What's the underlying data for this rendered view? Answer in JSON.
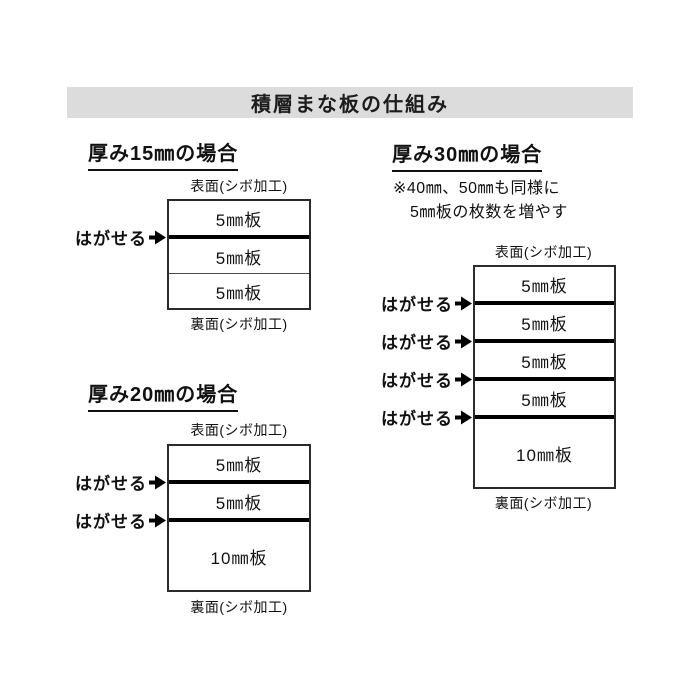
{
  "page_title": "積層まな板の仕組み",
  "colors": {
    "title_bar_bg": "#dcdcdc",
    "peel_line": "#000000",
    "box_border": "#2b2b2b",
    "text": "#111111"
  },
  "sections": [
    {
      "id": "15mm",
      "heading": "厚み15㎜の場合",
      "surface_label": "表面(シボ加工)",
      "back_label": "裏面(シボ加工)",
      "peel_label": "はがせる",
      "layers": [
        {
          "label": "5㎜板",
          "mm": 5
        },
        {
          "label": "5㎜板",
          "mm": 5
        },
        {
          "label": "5㎜板",
          "mm": 5
        }
      ],
      "boundaries": [
        "peel",
        "thin"
      ]
    },
    {
      "id": "20mm",
      "heading": "厚み20㎜の場合",
      "surface_label": "表面(シボ加工)",
      "back_label": "裏面(シボ加工)",
      "peel_label": "はがせる",
      "layers": [
        {
          "label": "5㎜板",
          "mm": 5
        },
        {
          "label": "5㎜板",
          "mm": 5
        },
        {
          "label": "10㎜板",
          "mm": 10
        }
      ],
      "boundaries": [
        "peel",
        "peel"
      ]
    },
    {
      "id": "30mm",
      "heading": "厚み30㎜の場合",
      "note_lines": [
        "※40㎜、50㎜も同様に",
        "5㎜板の枚数を増やす"
      ],
      "surface_label": "表面(シボ加工)",
      "back_label": "裏面(シボ加工)",
      "peel_label": "はがせる",
      "layers": [
        {
          "label": "5㎜板",
          "mm": 5
        },
        {
          "label": "5㎜板",
          "mm": 5
        },
        {
          "label": "5㎜板",
          "mm": 5
        },
        {
          "label": "5㎜板",
          "mm": 5
        },
        {
          "label": "10㎜板",
          "mm": 10
        }
      ],
      "boundaries": [
        "peel",
        "peel",
        "peel",
        "peel"
      ]
    }
  ]
}
